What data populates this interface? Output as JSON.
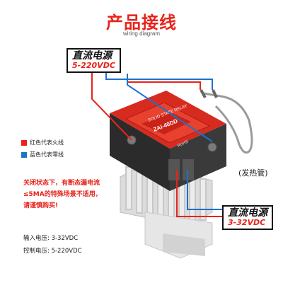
{
  "header": {
    "title": "产品接线",
    "subtitle": "wiring diagram"
  },
  "callout_top": {
    "title": "直流电源",
    "range": "5-220VDC"
  },
  "callout_bottom": {
    "title": "直流电源",
    "range": "3-32VDC"
  },
  "legend": [
    {
      "color": "#e8231b",
      "label": "红色代表火线"
    },
    {
      "color": "#1d72c9",
      "label": "蓝色代表零线"
    }
  ],
  "heater_label": "(发热管)",
  "warning": [
    "关闭状态下，有断态漏电流",
    "≤5MA的特殊场景不适用，",
    "请谨慎购买!"
  ],
  "specs": {
    "input": "输入电压: 3-32VDC",
    "control": "控制电压:   5-220VDC"
  },
  "relay": {
    "brand_label": "SOLID STATE RELAY",
    "model": "ZAI-40DD",
    "mark": "RoHS"
  },
  "colors": {
    "accent": "#e8231b",
    "blue": "#1d72c9"
  }
}
